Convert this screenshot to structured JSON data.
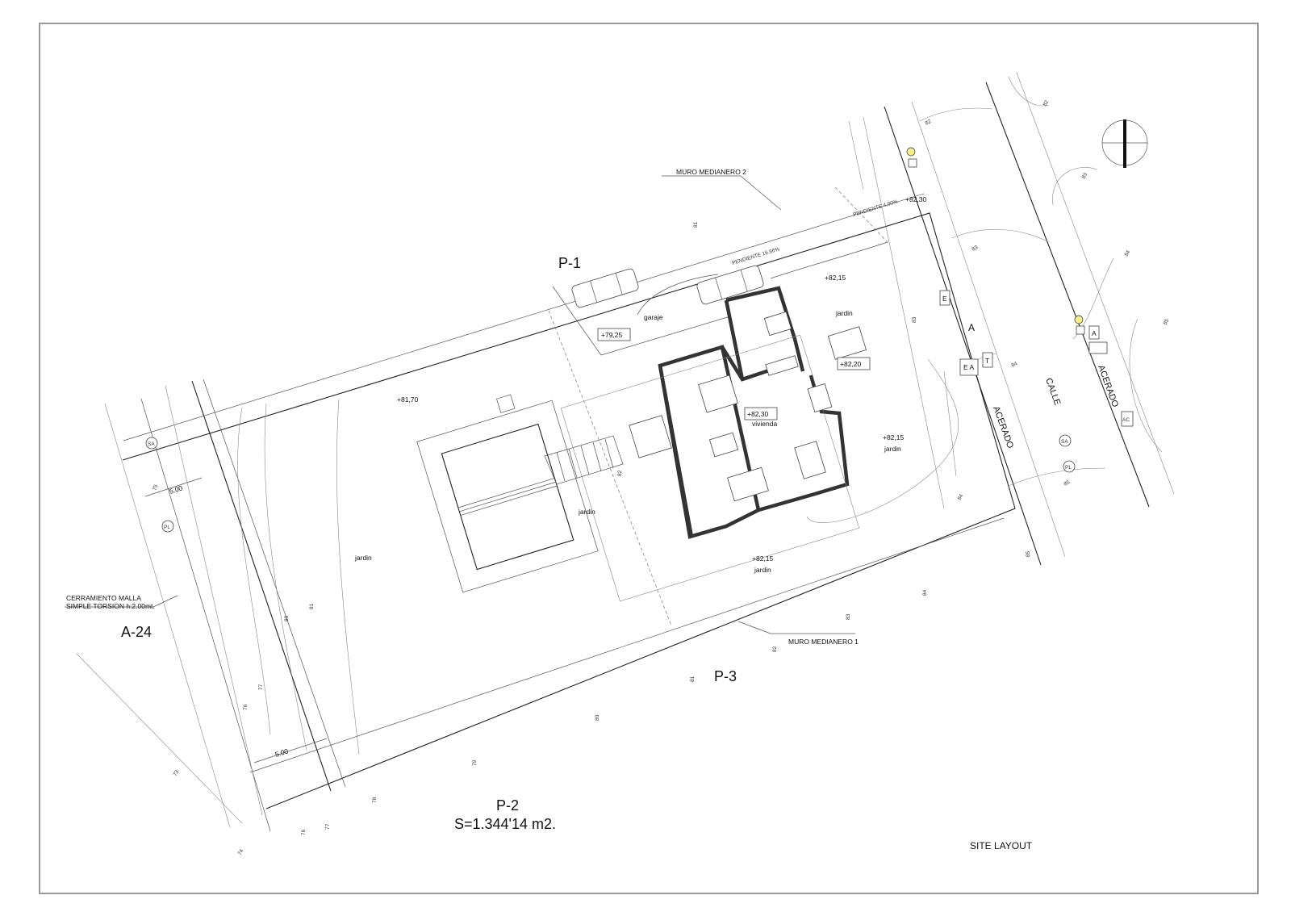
{
  "plots": {
    "p1": "P-1",
    "p2": "P-2",
    "p2_area": "S=1.344'14 m2.",
    "p3": "P-3",
    "a24": "A-24"
  },
  "title": "SITE LAYOUT",
  "walls": {
    "medianero_2": "MURO MEDIANERO 2",
    "medianero_1": "MURO MEDIANERO 1",
    "fence_line1": "CERRAMIENTO MALLA",
    "fence_line2": "SIMPLE TORSION h:2.00mt."
  },
  "levels": {
    "lv_8230_top": "+82,30",
    "lv_8215_top": "+82,15",
    "lv_7925": "+79,25",
    "lv_8220": "+82,20",
    "lv_8170": "+81,70",
    "lv_8230_house": "+82,30",
    "lv_8215_right": "+82,15",
    "lv_8215_bottom": "+82,15"
  },
  "rooms": {
    "garaje": "garaje",
    "jardin_top": "jardin",
    "vivienda": "vivienda",
    "jardin_right": "jardin",
    "jardin_pool": "jardin",
    "jardin_left": "jardin",
    "jardin_bottom": "jardin"
  },
  "street": {
    "acerado_1": "ACERADO",
    "acerado_2": "ACERADO",
    "calle": "CALLE",
    "slope_1": "PENDIENTE 16,66%",
    "slope_2": "PENDIENTE 4,00%"
  },
  "dimensions": {
    "d_top": "5.00",
    "d_bottom": "5.00"
  },
  "utility_labels": {
    "e1": "E",
    "ea": "E A",
    "t": "T",
    "a_marker": "A",
    "a_box": "A",
    "ac_box": "AC",
    "sa_street": "SA",
    "pl_street": "PL",
    "sa_left": "SA",
    "pl_left": "PL"
  },
  "contours": {
    "c82a": "82",
    "c82b": "82",
    "c83a": "83",
    "c83b": "83",
    "c84a": "84",
    "c85a": "85",
    "c85b": "85",
    "c85c": "85",
    "c84b": "84",
    "c84c": "84",
    "c81a": "81",
    "c82c": "82",
    "c83c": "83",
    "c81b": "81",
    "c80": "80",
    "c79": "79",
    "c78": "78",
    "c77a": "77",
    "c76a": "76",
    "c75": "75",
    "c74": "74",
    "c73": "73",
    "c76b": "76",
    "c77b": "77",
    "c80b": "80",
    "c81c": "81",
    "c82d": "82",
    "c83d": "83",
    "c84d": "84"
  }
}
